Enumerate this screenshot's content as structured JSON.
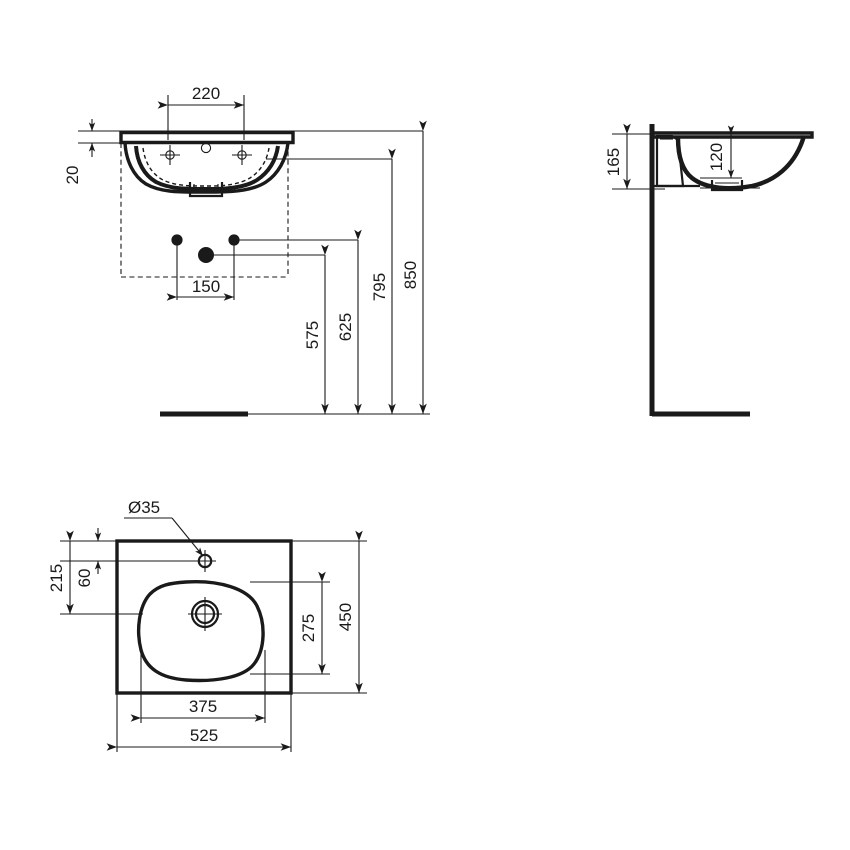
{
  "drawing": {
    "title": "Wall-hung washbasin technical drawing",
    "units": "mm",
    "line_color": "#1a1a1a",
    "background": "#ffffff",
    "views": [
      {
        "name": "front-elevation",
        "label": ""
      },
      {
        "name": "side-elevation",
        "label": ""
      },
      {
        "name": "plan-view",
        "label": ""
      }
    ]
  },
  "front_elevation": {
    "dimensions": {
      "tap_centres_220": "220",
      "rim_thickness_20": "20",
      "supply_spacing_150": "150",
      "waste_height_575": "575",
      "supply_height_625": "625",
      "underside_height_795": "795",
      "rim_height_850": "850"
    }
  },
  "side_elevation": {
    "dimensions": {
      "basin_depth_165": "165",
      "bowl_depth_120": "120"
    }
  },
  "plan_view": {
    "dimensions": {
      "tap_hole_diameter": "Ø35",
      "front_to_waste_215": "215",
      "rear_to_tap_60": "60",
      "bowl_depth_275": "275",
      "overall_depth_450": "450",
      "bowl_width_375": "375",
      "overall_width_525": "525"
    }
  }
}
